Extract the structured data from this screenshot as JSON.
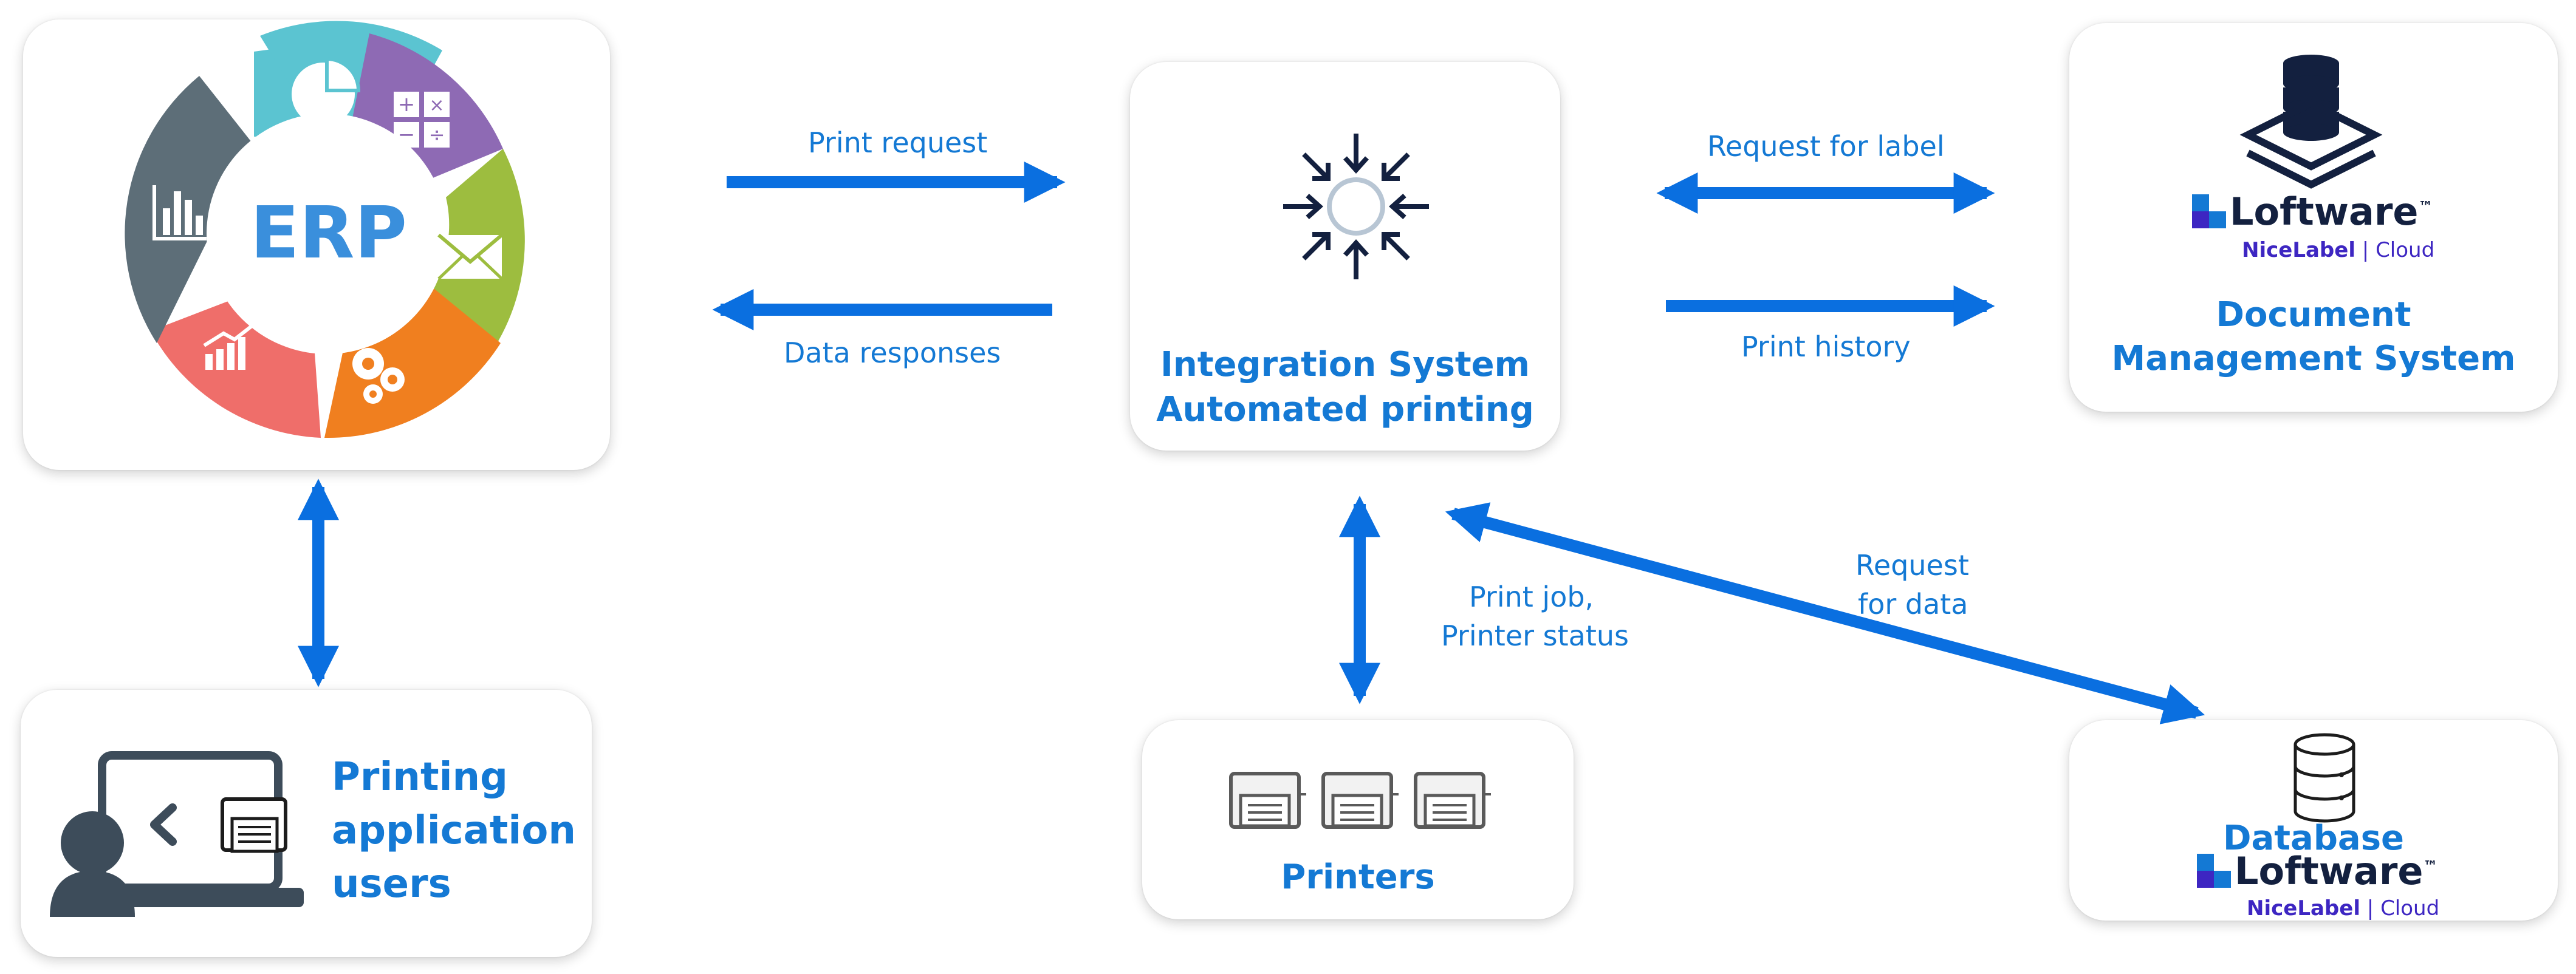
{
  "nodes": {
    "erp": {
      "logo_text": "ERP"
    },
    "integration": {
      "line1": "Integration System",
      "line2": "Automated printing"
    },
    "dms": {
      "line1": "Document",
      "line2": "Management System"
    },
    "users": {
      "line1": "Printing",
      "line2": "application",
      "line3": "users"
    },
    "printers": {
      "title": "Printers"
    },
    "database": {
      "title": "Database"
    }
  },
  "brand": {
    "name": "Loftware",
    "tm": "™",
    "sub1": "NiceLabel",
    "sub2": "Cloud"
  },
  "edges": {
    "print_request": "Print request",
    "data_responses": "Data responses",
    "request_for_label": "Request for label",
    "print_history": "Print history",
    "print_job_1": "Print job,",
    "print_job_2": "Printer status",
    "request_data_1": "Request",
    "request_data_2": "for data"
  },
  "colors": {
    "accent": "#1479d4",
    "arrow": "#0a6fe0",
    "navy": "#13203f",
    "brand_purple": "#3d26c2",
    "erp_segments": [
      "#5bc4d1",
      "#8e6ab4",
      "#9dbd3f",
      "#f07f1f",
      "#ef6e6a",
      "#5d6e78"
    ]
  }
}
